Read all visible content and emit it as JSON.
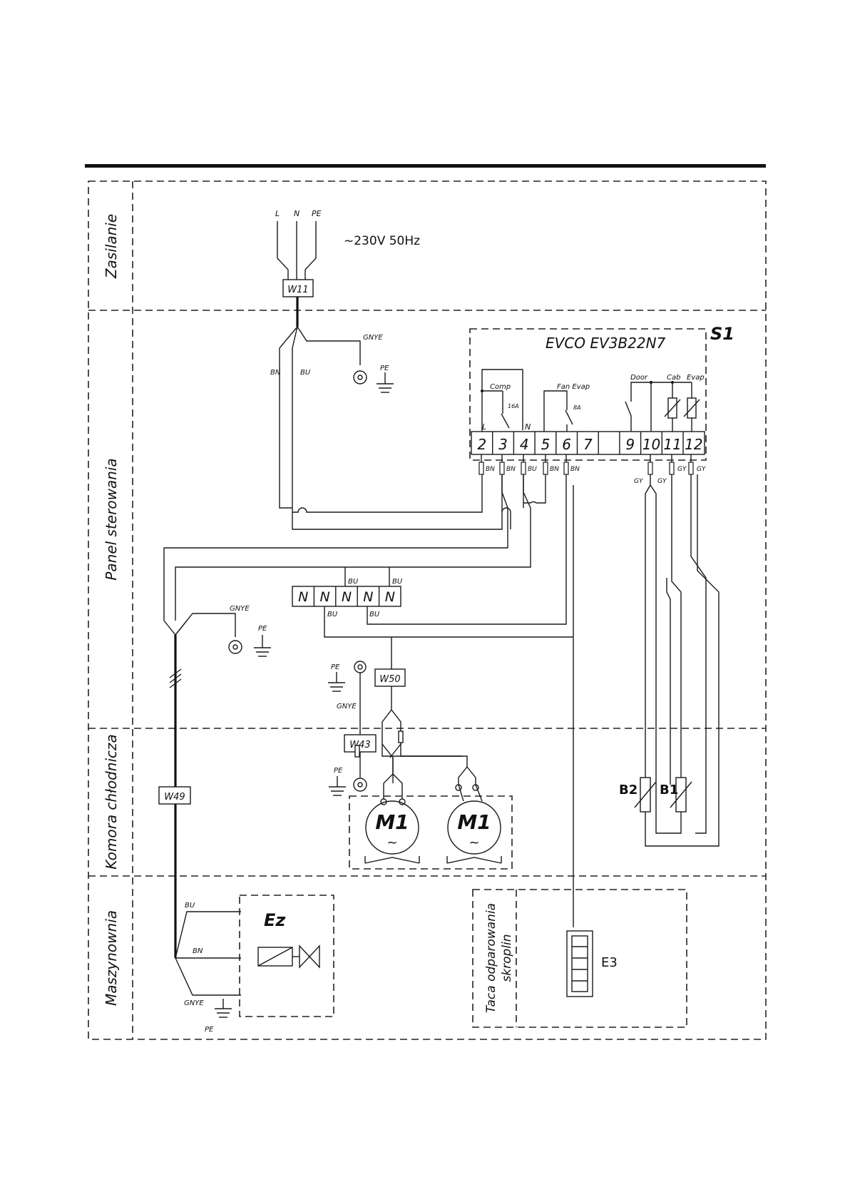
{
  "sections": [
    {
      "id": "zasilanie",
      "label": "Zasilanie"
    },
    {
      "id": "panel",
      "label": "Panel sterowania"
    },
    {
      "id": "komora",
      "label": "Komora chłodnicza"
    },
    {
      "id": "maszynownia",
      "label": "Maszynownia"
    }
  ],
  "supply": {
    "L": "L",
    "N": "N",
    "PE": "PE",
    "voltage": "~230V 50Hz"
  },
  "connectors": {
    "w11": "W11",
    "w50": "W50",
    "w43": "W43",
    "w49": "W49"
  },
  "controller": {
    "model": "EVCO EV3B22N7",
    "ref": "S1",
    "relays": {
      "comp": "Comp",
      "comp_rating": "16A",
      "fan": "Fan Evap",
      "fan_rating": "8A"
    },
    "inputs": {
      "door": "Door",
      "cab": "Cab",
      "evap": "Evap"
    },
    "marks": {
      "L": "L",
      "N": "N"
    },
    "terminals": [
      "2",
      "3",
      "4",
      "5",
      "6",
      "7",
      "",
      "9",
      "10",
      "11",
      "12"
    ]
  },
  "wires": {
    "BN": "BN",
    "BU": "BU",
    "GY": "GY",
    "GNYE": "GNYE",
    "PE": "PE"
  },
  "neutral_block": [
    "N",
    "N",
    "N",
    "N",
    "N"
  ],
  "motors": [
    {
      "label": "M1",
      "symbol": "~"
    },
    {
      "label": "M1",
      "symbol": "~"
    }
  ],
  "sensors": {
    "b2": "B2",
    "b1": "B1"
  },
  "valve": {
    "label": "Ez"
  },
  "tray": {
    "label_line1": "Taca odparowania",
    "label_line2": "skroplin",
    "heater": "E3"
  }
}
